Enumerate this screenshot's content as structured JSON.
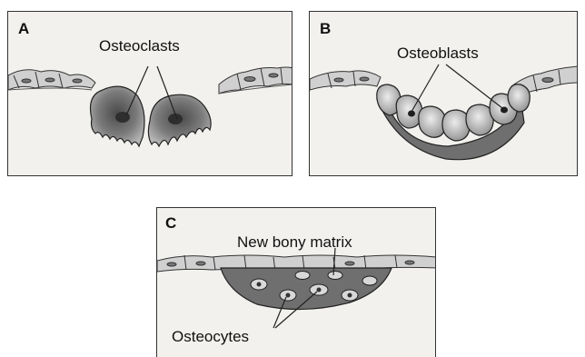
{
  "panels": [
    {
      "letter": "A",
      "labels": [
        "Osteoclasts"
      ]
    },
    {
      "letter": "B",
      "labels": [
        "Osteoblasts"
      ]
    },
    {
      "letter": "C",
      "labels": [
        "New bony matrix",
        "Osteocytes"
      ]
    }
  ],
  "colors": {
    "background": "#f2f1ee",
    "cell_fill": "#a6a6a6",
    "matrix_fill": "#6f6f6f",
    "outline": "#222222"
  }
}
